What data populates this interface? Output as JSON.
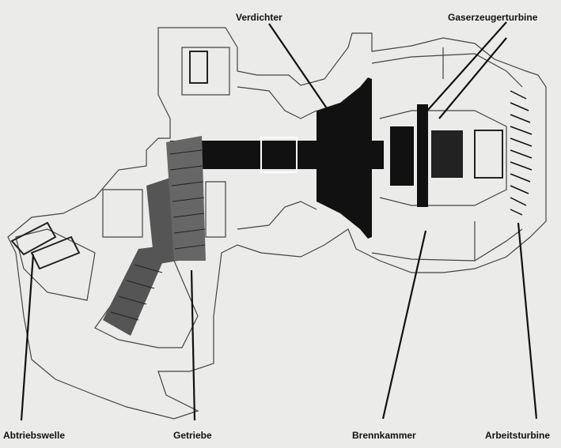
{
  "labels": {
    "verdichter": "Verdichter",
    "gaserzeugerturbine": "Gaserzeugerturbine",
    "abtriebswelle": "Abtriebswelle",
    "getriebe": "Getriebe",
    "brennkammer": "Brennkammer",
    "arbeitsturbine": "Arbeitsturbine"
  },
  "colors": {
    "background": "#ebebea",
    "ink": "#111111",
    "outline": "#444444"
  }
}
